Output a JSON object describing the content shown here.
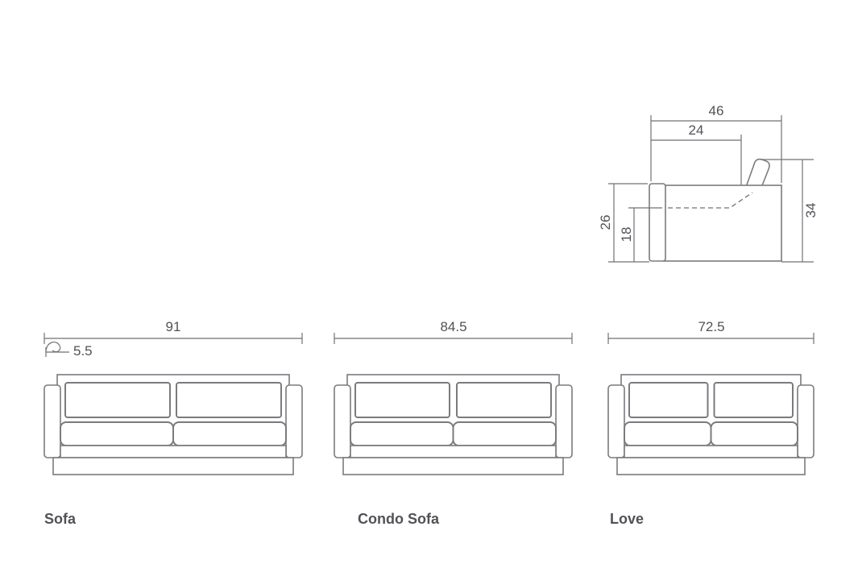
{
  "colors": {
    "line": "#7A7B7E",
    "text": "#515256"
  },
  "side_view": {
    "total_depth": "46",
    "seat_depth": "24",
    "arm_height": "26",
    "seat_height": "18",
    "total_height": "34"
  },
  "front_views": [
    {
      "name": "Sofa",
      "overall_width": "91",
      "arm_width": "5.5"
    },
    {
      "name": "Condo Sofa",
      "overall_width": "84.5"
    },
    {
      "name": "Love",
      "overall_width": "72.5"
    }
  ]
}
